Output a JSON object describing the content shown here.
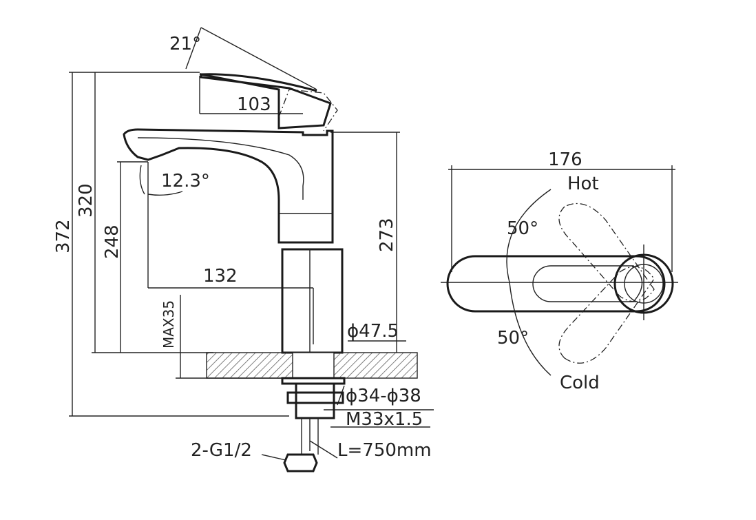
{
  "side_view": {
    "handle_angle": "21°",
    "handle_length": "103",
    "spout_angle": "12.3°",
    "total_height": "372",
    "handle_height": "320",
    "spout_height": "248",
    "body_height": "273",
    "spout_reach": "132",
    "max_deck_thickness": "MAX35",
    "body_diameter": "ϕ47.5",
    "hole_diameter": "ϕ34-ϕ38",
    "thread": "M33x1.5",
    "hose_connection": "2-G1/2",
    "hose_length": "L=750mm"
  },
  "top_view": {
    "width": "176",
    "hot_label": "Hot",
    "cold_label": "Cold",
    "hot_angle": "50°",
    "cold_angle": "50°"
  }
}
